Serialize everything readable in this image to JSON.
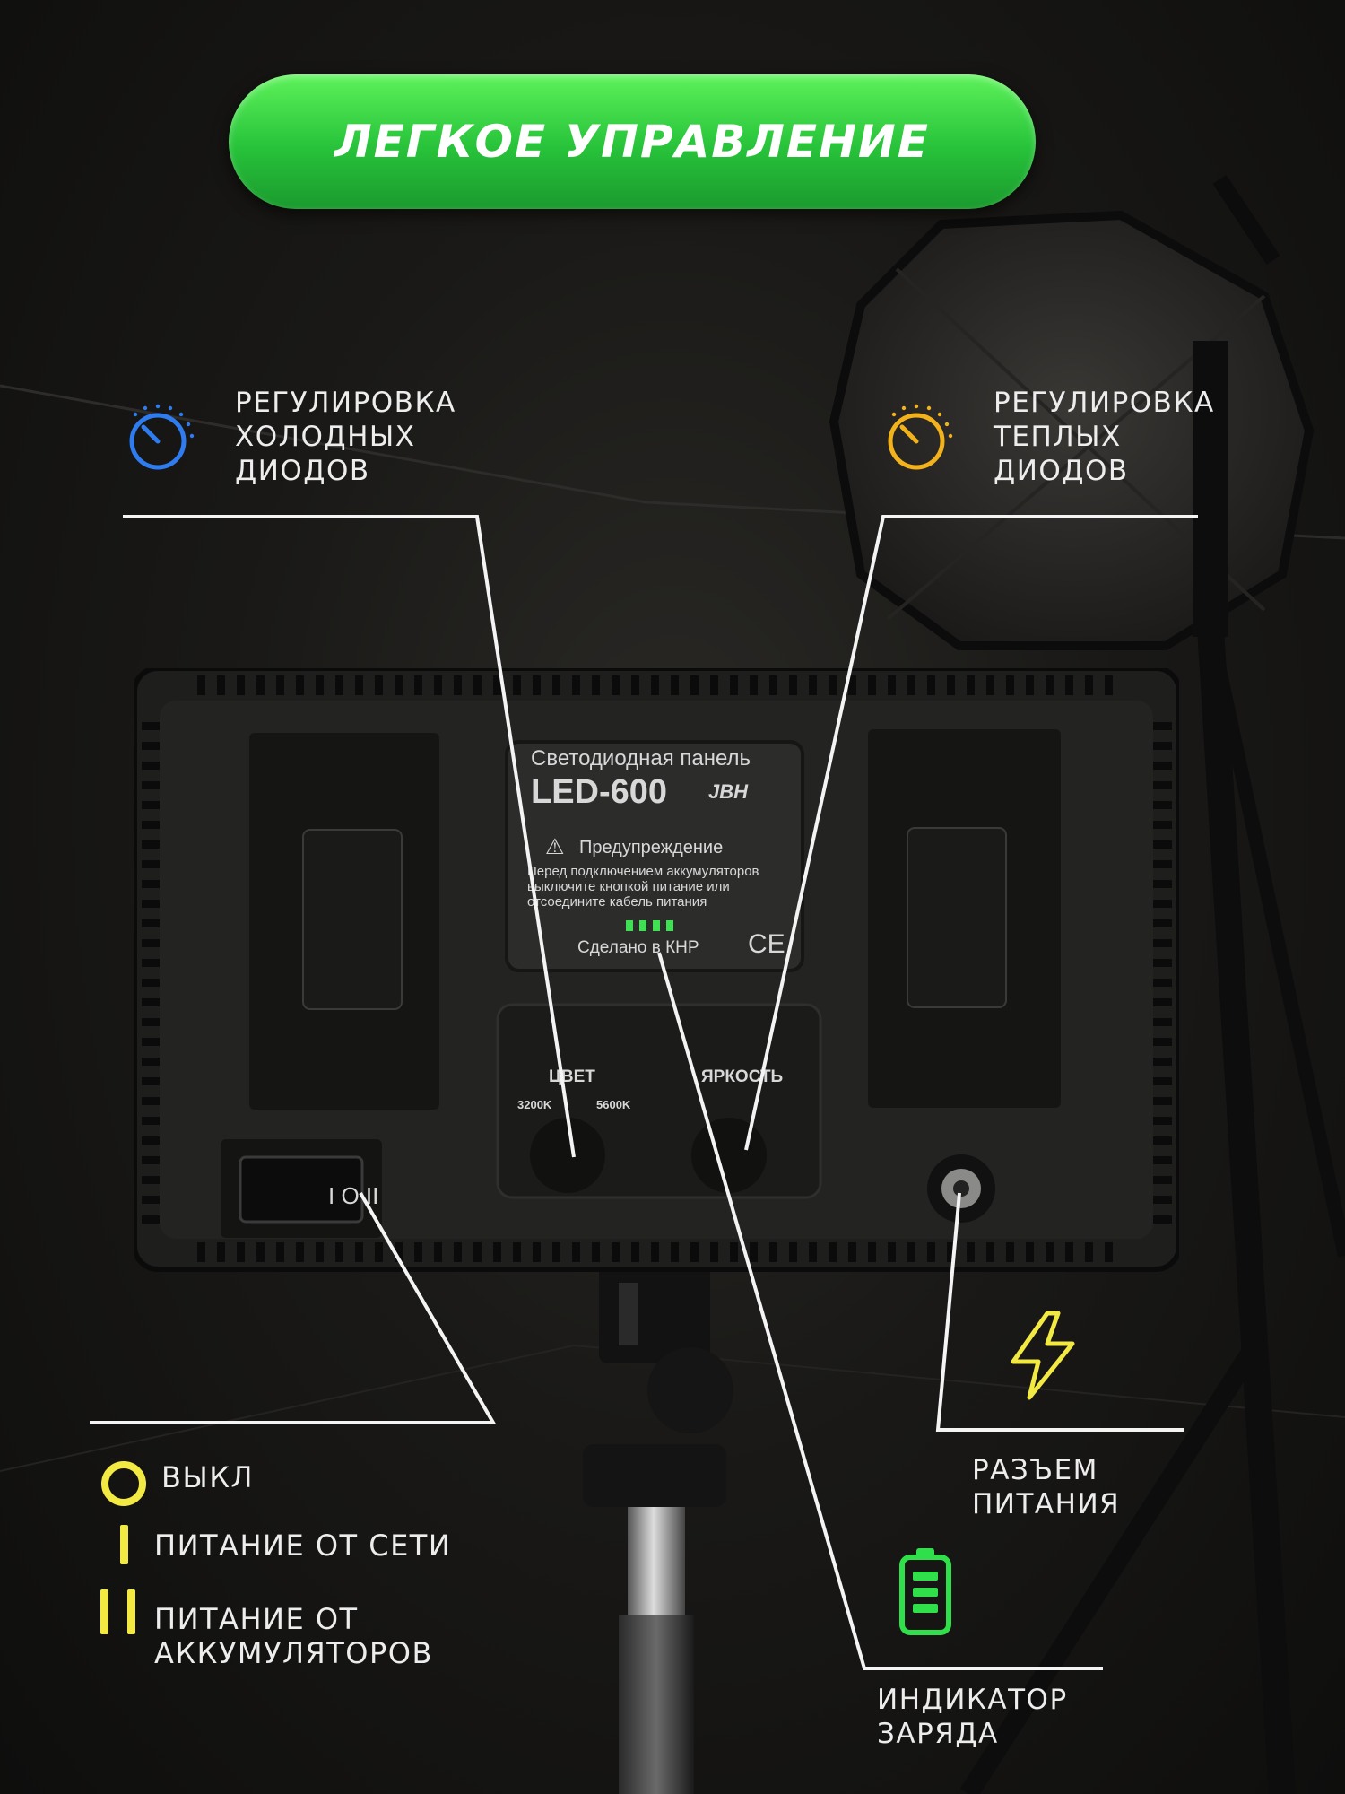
{
  "title": "Легкое управление",
  "colors": {
    "accent_green": "#2fd23f",
    "cold_blue": "#2f7cf0",
    "warm_yellow": "#f2b21c",
    "legend_yellow": "#f2ea43",
    "battery_green": "#2fe04a"
  },
  "callouts": {
    "cold": "Регулировка\nхолодных\nдиодов",
    "warm": "Регулировка\nтеплых\nдиодов",
    "power_connector": "Разъем\nпитания",
    "charge_indicator": "Индикатор\nзаряда"
  },
  "switch_legend": [
    {
      "icon": "circle-icon",
      "text": "Выкл"
    },
    {
      "icon": "single-bar-icon",
      "text": "Питание от сети"
    },
    {
      "icon": "double-bar-icon",
      "text": "Питание от\nаккумуляторов"
    }
  ],
  "panel": {
    "label_title": "Светодиодная панель",
    "model": "LED-600",
    "brand": "JBH",
    "warning_title": "Предупреждение",
    "warning_text": "Перед подключением аккумуляторов\nвыключите кнопкой питание или\nотсоедините кабель питания",
    "made_in": "Сделано в КНР",
    "ce": "CE",
    "knob_color_label": "ЦВЕТ",
    "knob_color_min": "3200K",
    "knob_color_max": "5600K",
    "knob_brightness_label": "ЯРКОСТЬ",
    "switch_symbols": "I O II"
  }
}
